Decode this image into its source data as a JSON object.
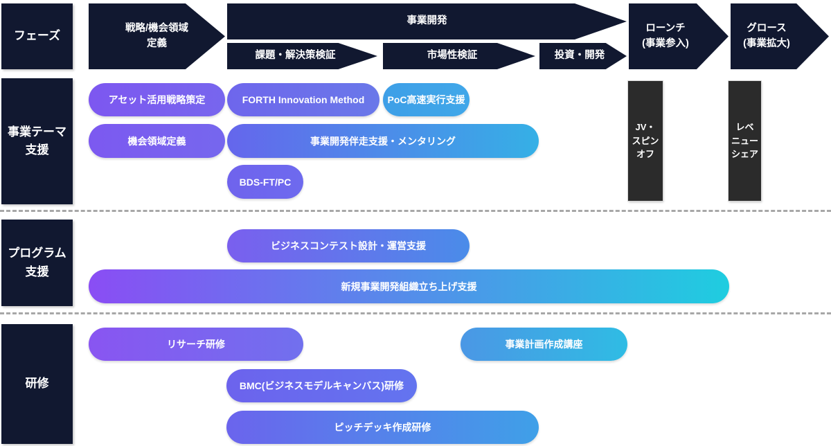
{
  "palette": {
    "navy": "#111830",
    "dark_gray": "#2B2B2B",
    "background": "#FFFFFF",
    "divider_gray": "#A7A7A7",
    "gradient_purple_start": "#8A4DF4",
    "gradient_cyan_end": "#1FCDE0",
    "blue_mid": "#3E9FE7"
  },
  "phases": {
    "row_label": "フェーズ",
    "strategy": "戦略/機会領域\n定義",
    "biz_dev": "事業開発",
    "problem_validation": "課題・解決策検証",
    "market_validation": "市場性検証",
    "invest_develop": "投資・開発",
    "launch": "ローンチ\n(事業参入)",
    "growth": "グロース\n(事業拡大)"
  },
  "theme_support": {
    "row_label": "事業テーマ\n支援",
    "pills": {
      "asset_strategy": "アセット活用戦略策定",
      "forth_method": "FORTH Innovation Method",
      "poc_support": "PoC高速実行支援",
      "opportunity_definition": "機会領域定義",
      "mentoring": "事業開発伴走支援・メンタリング",
      "bds": "BDS-FT/PC"
    },
    "jv_spinoff_box": "JV・\nスピン\nオフ",
    "revenue_share_box": "レベ\nニュー\nシェア"
  },
  "program_support": {
    "row_label": "プログラム\n支援",
    "pills": {
      "business_contest": "ビジネスコンテスト設計・運営支援",
      "org_launch": "新規事業開発組織立ち上げ支援"
    }
  },
  "training": {
    "row_label": "研修",
    "pills": {
      "research": "リサーチ研修",
      "business_plan": "事業計画作成講座",
      "bmc": "BMC(ビジネスモデルキャンバス)研修",
      "pitch_deck": "ピッチデッキ作成研修"
    }
  }
}
